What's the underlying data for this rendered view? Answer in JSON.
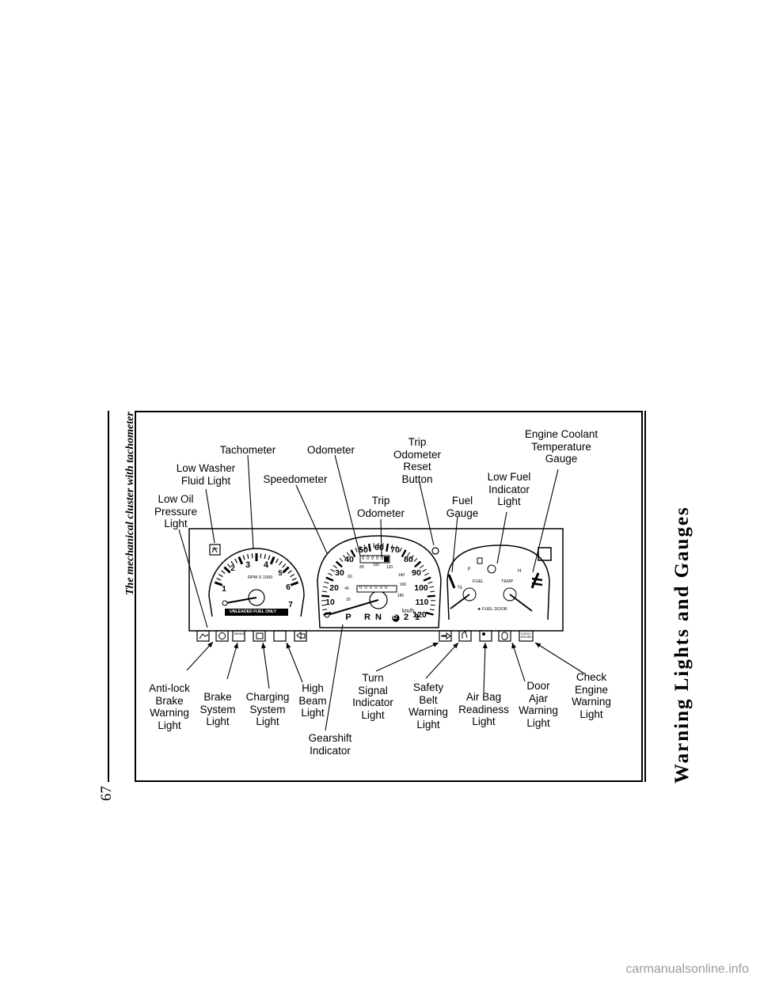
{
  "page": {
    "title": "Warning Lights and Gauges",
    "caption": "The mechanical cluster with tachometer",
    "page_number": "67",
    "watermark": "carmanualsonline.info"
  },
  "figure": {
    "callouts": {
      "tachometer": "Tachometer",
      "odometer": "Odometer",
      "trip_reset": "Trip\nOdometer\nReset\nButton",
      "coolant": "Engine Coolant\nTemperature\nGauge",
      "low_washer": "Low Washer\nFluid Light",
      "speedometer": "Speedometer",
      "low_fuel": "Low Fuel\nIndicator\nLight",
      "low_oil": "Low Oil\nPressure\nLight",
      "trip_odometer": "Trip\nOdometer",
      "fuel_gauge": "Fuel\nGauge",
      "antilock": "Anti-lock\nBrake\nWarning\nLight",
      "brake": "Brake\nSystem\nLight",
      "charging": "Charging\nSystem\nLight",
      "high_beam": "High\nBeam\nLight",
      "turn_signal": "Turn\nSignal\nIndicator\nLight",
      "safety_belt": "Safety\nBelt\nWarning\nLight",
      "air_bag": "Air Bag\nReadiness\nLight",
      "door_ajar": "Door\nAjar\nWarning\nLight",
      "check_engine": "Check\nEngine\nWarning\nLight",
      "gearshift": "Gearshift\nIndicator"
    },
    "tachometer": {
      "numbers": [
        "1",
        "2",
        "3",
        "4",
        "5",
        "6",
        "7"
      ],
      "unit_label": "RPM X 1000",
      "fuel_label": "UNLEADED FUEL ONLY"
    },
    "speedometer": {
      "mph": [
        "10",
        "20",
        "30",
        "40",
        "50",
        "60",
        "70",
        "80",
        "90",
        "100",
        "110",
        "120"
      ],
      "kmh": [
        "20",
        "40",
        "60",
        "80",
        "100",
        "120",
        "140",
        "160",
        "180"
      ],
      "unit_label": "km/h",
      "odometer_digits": "0 0 0 0 0",
      "trip_digits": "0 0 0 0 0 0",
      "prnd": [
        "P",
        "R",
        "N",
        "D",
        "2",
        "1"
      ]
    },
    "gauges": {
      "fuel_label": "FUEL",
      "temp_label": "TEMP",
      "fuel_door": "◄ FUEL DOOR",
      "half": "½",
      "full": "F",
      "hot": "H"
    },
    "lamps": {
      "brake_text": "BRAKE",
      "check_text": "CHECK ENGINE"
    }
  }
}
